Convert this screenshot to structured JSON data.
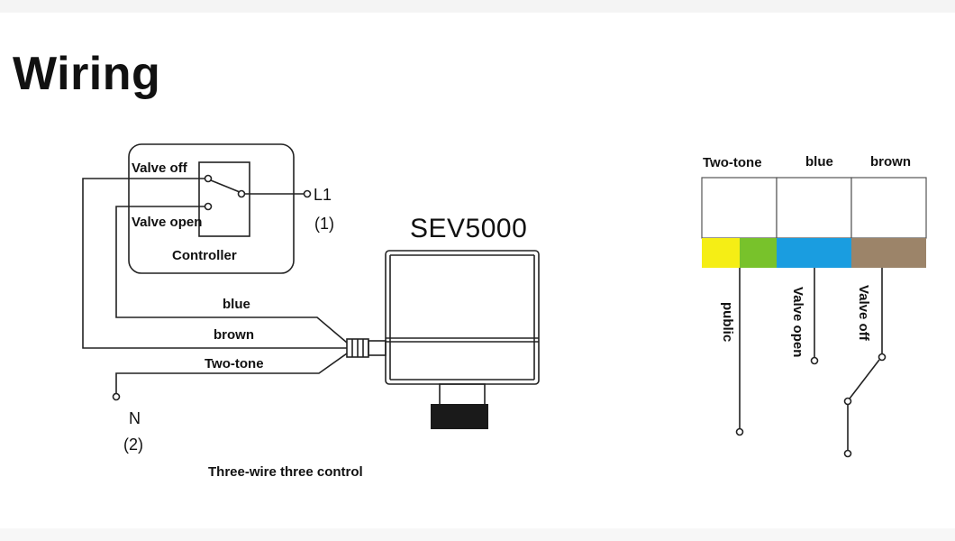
{
  "title": "Wiring",
  "left": {
    "controller_label": "Controller",
    "valve_off": "Valve off",
    "valve_open": "Valve open",
    "l1": "L1",
    "l1_num": "(1)",
    "n": "N",
    "n_num": "(2)",
    "product": "SEV5000",
    "wire_blue": "blue",
    "wire_brown": "brown",
    "wire_twotone": "Two-tone",
    "caption": "Three-wire three control"
  },
  "right": {
    "col_twotone": "Two-tone",
    "col_blue": "blue",
    "col_brown": "brown",
    "term_public": "public",
    "term_open": "Valve open",
    "term_off": "Valve off"
  },
  "colors": {
    "yellow": "#f5ee15",
    "green": "#78c22b",
    "blue": "#1a9de0",
    "brown": "#9c8469",
    "line": "#222222"
  }
}
